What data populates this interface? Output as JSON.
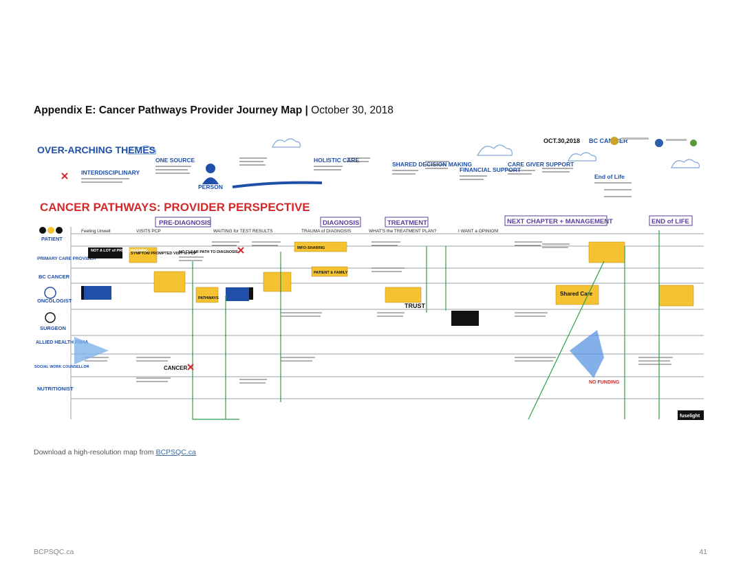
{
  "title": {
    "bold": "Appendix E: Cancer Pathways Provider Journey Map |",
    "date": " October 30, 2018"
  },
  "map": {
    "date_label": "OCT.30,2018",
    "bc_cancer_logo": "BC CAN CER",
    "over_arching_title": "OVER-ARCHING THEMES",
    "themes": [
      "INTERDISCIPLINARY",
      "ONE SOURCE",
      "PERSON",
      "HOLISTIC CARE",
      "SHARED DECISION MAKING",
      "FINANCIAL SUPPORT",
      "CARE GIVER SUPPORT",
      "End of Life"
    ],
    "subtitle": "CANCER PATHWAYS: PROVIDER PERSPECTIVE",
    "phases": [
      "PRE-DIAGNOSIS",
      "DIAGNOSIS",
      "TREATMENT",
      "NEXT CHAPTER + MANAGEMENT",
      "END of LIFE"
    ],
    "rows": [
      "PATIENT",
      "PRIMARY CARE PROVIDER",
      "BC CANCER",
      "ONCOLOGIST",
      "SURGEON",
      "ALLIED HEALTH FNHA",
      "SOCIAL WORK COUNSELLOR",
      "NUTRITIONIST"
    ],
    "patient_stages": [
      "Feeling Unwell",
      "VISITS PCP",
      "WAITING for TEST RESULTS",
      "TRAUMA of DIAGNOSIS",
      "WHAT'S the TREATMENT PLAN?",
      "I WANT a OPINION!"
    ],
    "notes": {
      "pre_screening": "NOT A LOT of PRE-SCREENING",
      "symptom": "SYMPTOM PROMPTED VISIT to PCP",
      "no_clear_path": "NO CLEAR PATH TO DIAGNOSIS",
      "info_sharing": "INFO-SHARING",
      "patient_family": "PATIENT & FAMILY",
      "trust": "TRUST",
      "shared_care": "Shared Care",
      "cancer": "CANCER",
      "no_funding": "NO FUNDING",
      "pathways": "PATHWAYS"
    },
    "logo": "fuselight"
  },
  "download": {
    "text": "Download a high-resolution map from ",
    "link": "BCPSQC.ca"
  },
  "footer": {
    "site": "BCPSQC.ca",
    "page": "41"
  },
  "colors": {
    "blue_ink": "#1f4fa8",
    "red_ink": "#d22a2a",
    "yellow_note": "#f5c232",
    "green_arrow": "#2f9e4a",
    "purple_phase": "#5a3f9c"
  }
}
